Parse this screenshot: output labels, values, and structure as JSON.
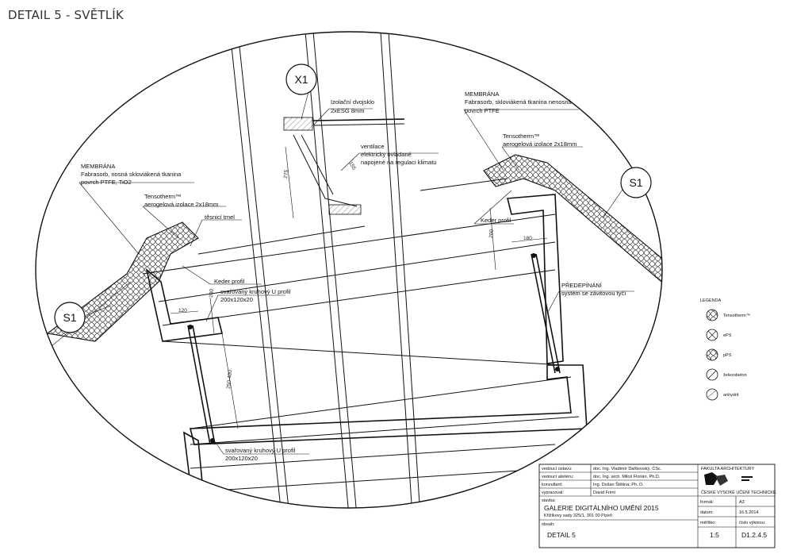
{
  "title": "DETAIL 5 - SVĚTLÍK",
  "bubbles": {
    "x1": "X1",
    "s1_left": "S1",
    "s1_right": "S1"
  },
  "labels": {
    "izolacni_title": "Izolační dvojsklo",
    "izolacni_sub": "2xESG 8mm",
    "membrana_right_title": "MEMBRÁNA",
    "membrana_right_l1": "Fabrasorb, skloviákená tkanina nenosná",
    "membrana_right_l2": "povrch PTFE",
    "tensotherm_right_title": "Tensotherm™",
    "tensotherm_right_sub": "aerogelová izolace 2x18mm",
    "ventilace_l1": "ventilace",
    "ventilace_l2": "elektricky ovládané",
    "ventilace_l3": "napojené na regulaci klimatu",
    "membrana_left_title": "MEMBRÁNA",
    "membrana_left_l1": "Fabrasorb, nosná skloviákená tkanina",
    "membrana_left_l2": "povrch PTFE, TiO2",
    "tensotherm_left_title": "Tensotherm™",
    "tensotherm_left_sub": "aerogelová izolace 2x18mm",
    "tesnici_tmel": "těsnicí tmel",
    "keder_right": "Keder profil",
    "keder_left": "Keder profil",
    "svarovany_top_l1": "svařovaný kruhový U profil",
    "svarovany_top_l2": "200x120x20",
    "predepinani_title": "PŘEDEPÍNÁNÍ",
    "predepinani_sub": "systém se závitovou tyčí",
    "svarovany_bottom_l1": "svařovaný kruhový U profil",
    "svarovany_bottom_l2": "200x120x20"
  },
  "dimensions": {
    "d275": "275",
    "d155": "155",
    "d200_right": "200",
    "d180": "180",
    "d200_left": "200",
    "d120": "120",
    "d250_400": "250-400"
  },
  "legend": {
    "title": "LEGENDA",
    "items": [
      {
        "icon": "tensotherm-hatch-icon",
        "label": "Tensotherm™"
      },
      {
        "icon": "eps-hatch-icon",
        "label": "ePS"
      },
      {
        "icon": "pps-hatch-icon",
        "label": "pPS"
      },
      {
        "icon": "zelezobeton-hatch-icon",
        "label": "železobeton"
      },
      {
        "icon": "anhydrit-hatch-icon",
        "label": "anhydrit"
      }
    ]
  },
  "title_block": {
    "rows": [
      {
        "key": "vedoucí ústavu:",
        "value": "doc. Ing. Vladimír Daňkovský, CSc."
      },
      {
        "key": "vedoucí ateliéru:",
        "value": "doc. Ing. arch. Miloš Florián, Ph.D."
      },
      {
        "key": "konzultant:",
        "value": "Ing. Dušan Štětina, Ph. D."
      },
      {
        "key": "vypracoval:",
        "value": "David Frimi"
      }
    ],
    "stavba_key": "stavba:",
    "stavba_value": "GALERIE DIGITÁLNÍHO UMĚNÍ 2015",
    "stavba_addr": "Křižíkovy sady 325/1, 301 00 Plzeň",
    "obsah_key": "obsah:",
    "obsah_value": "DETAIL 5",
    "faculty": "FAKULTA ARCHITEKTURY",
    "university": "ČESKÉ VYSOKÉ UČENÍ TECHNICKÉ",
    "format_key": "formát:",
    "format_value": "A3",
    "datum_key": "datum:",
    "datum_value": "16.5.2014",
    "meritko_key": "měřítko:",
    "meritko_value": "1:5",
    "cislo_key": "číslo výkresu:",
    "cislo_value": "D1.2.4.5"
  }
}
